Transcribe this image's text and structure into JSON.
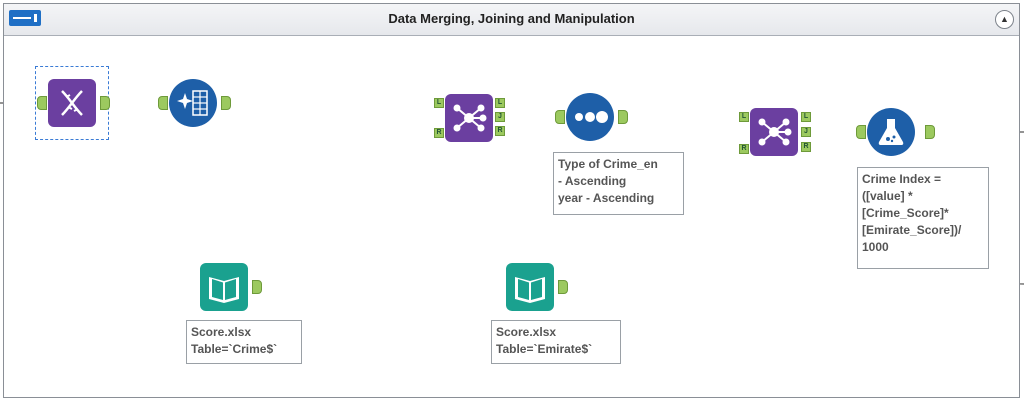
{
  "container": {
    "title": "Data Merging, Joining and Manipulation",
    "collapse_icon": "chevron-up-icon"
  },
  "tools": [
    {
      "name": "dynamic-input-tool",
      "icon": "dna-icon",
      "color": "#6b3fa0"
    },
    {
      "name": "auto-field-tool",
      "icon": "magic-table-icon",
      "color": "#1e5fa8"
    },
    {
      "name": "join-tool-1",
      "icon": "join-icon",
      "color": "#6b3fa0"
    },
    {
      "name": "sort-tool",
      "icon": "dots-icon",
      "color": "#1e5fa8"
    },
    {
      "name": "join-tool-2",
      "icon": "join-icon",
      "color": "#6b3fa0"
    },
    {
      "name": "formula-tool",
      "icon": "flask-icon",
      "color": "#1e5fa8"
    },
    {
      "name": "input-data-tool-1",
      "icon": "book-icon",
      "color": "#1aa18f"
    },
    {
      "name": "input-data-tool-2",
      "icon": "book-icon",
      "color": "#1aa18f"
    }
  ],
  "anchors": {
    "left": "L",
    "join": "J",
    "right": "R"
  },
  "notes": {
    "sort": "Type of Crime_en\n- Ascending\nyear - Ascending",
    "formula": "Crime Index =\n([value] *\n[Crime_Score]*\n[Emirate_Score])/\n1000",
    "input1": "Score.xlsx\nTable=`Crime$`",
    "input2": "Score.xlsx\nTable=`Emirate$`"
  }
}
